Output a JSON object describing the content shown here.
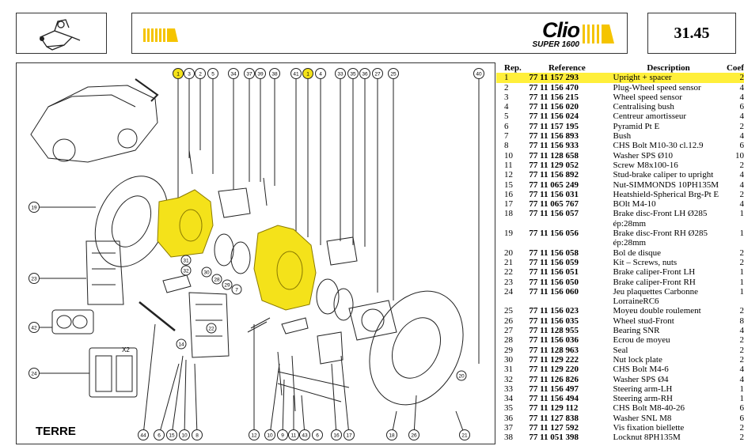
{
  "header": {
    "brand_name": "Clio",
    "brand_sub": "SUPER 1600",
    "page_number": "31.45"
  },
  "diagram": {
    "footer_label": "TERRE",
    "x2_label": "X2",
    "top_callouts": [
      "1",
      "3",
      "2",
      "5",
      "34",
      "37",
      "39",
      "38",
      "41",
      "1",
      "4",
      "33",
      "35",
      "36",
      "27",
      "25",
      "40"
    ],
    "bottom_callouts": [
      "44",
      "6",
      "15",
      "10",
      "8",
      "12",
      "10",
      "9",
      "11",
      "43",
      "6",
      "16",
      "17",
      "18",
      "26",
      "21"
    ],
    "left_callouts": [
      "19",
      "23",
      "42",
      "24"
    ],
    "mid_callouts": [
      "31",
      "32",
      "30",
      "28",
      "29",
      "7",
      "14",
      "22",
      "20"
    ]
  },
  "parts_table": {
    "columns": [
      "Rep.",
      "Reference",
      "Description",
      "Coef"
    ],
    "highlight_color": "#ffef3a",
    "rows": [
      {
        "rep": "1",
        "ref": "77 11 157 293",
        "desc": "Upright + spacer",
        "coef": "2",
        "hl": true
      },
      {
        "rep": "2",
        "ref": "77 11 156 470",
        "desc": "Plug-Wheel speed sensor",
        "coef": "4"
      },
      {
        "rep": "3",
        "ref": "77 11 156 215",
        "desc": "Wheel speed sensor",
        "coef": "4"
      },
      {
        "rep": "4",
        "ref": "77 11 156 020",
        "desc": "Centralising bush",
        "coef": "6"
      },
      {
        "rep": "5",
        "ref": "77 11 156 024",
        "desc": "Centreur amortisseur",
        "coef": "4"
      },
      {
        "rep": "6",
        "ref": "77 11 157 195",
        "desc": "Pyramid Pt E",
        "coef": "2"
      },
      {
        "rep": "7",
        "ref": "77 11 156 893",
        "desc": "Bush",
        "coef": "4"
      },
      {
        "rep": "8",
        "ref": "77 11 156 933",
        "desc": "CHS Bolt M10-30 cl.12.9",
        "coef": "6"
      },
      {
        "rep": "10",
        "ref": "77 11 128 658",
        "desc": "Washer SPS Ø10",
        "coef": "10"
      },
      {
        "rep": "11",
        "ref": "77 11 129 052",
        "desc": "Screw M8x100-16",
        "coef": "2"
      },
      {
        "rep": "12",
        "ref": "77 11 156 892",
        "desc": "Stud-brake caliper to upright",
        "coef": "4"
      },
      {
        "rep": "15",
        "ref": "77 11 065 249",
        "desc": "Nut-SIMMONDS 10PH135M",
        "coef": "4"
      },
      {
        "rep": "16",
        "ref": "77 11 156 031",
        "desc": "Heatshield-Spherical Brg-Pt E",
        "coef": "2"
      },
      {
        "rep": "17",
        "ref": "77 11 065 767",
        "desc": "BOlt M4-10",
        "coef": "4"
      },
      {
        "rep": "18",
        "ref": "77 11 156 057",
        "desc": "Brake disc-Front LH Ø285",
        "coef": "1"
      },
      {
        "rep": "",
        "ref": "",
        "desc": "ép:28mm",
        "coef": ""
      },
      {
        "rep": "19",
        "ref": "77 11 156 056",
        "desc": "Brake disc-Front RH Ø285",
        "coef": "1"
      },
      {
        "rep": "",
        "ref": "",
        "desc": "ép:28mm",
        "coef": ""
      },
      {
        "rep": "20",
        "ref": "77 11 156 058",
        "desc": "Bol de disque",
        "coef": "2"
      },
      {
        "rep": "21",
        "ref": "77 11 156 059",
        "desc": "Kit – Screws, nuts",
        "coef": "2"
      },
      {
        "rep": "22",
        "ref": "77 11 156 051",
        "desc": "Brake caliper-Front LH",
        "coef": "1"
      },
      {
        "rep": "23",
        "ref": "77 11 156 050",
        "desc": "Brake caliper-Front RH",
        "coef": "1"
      },
      {
        "rep": "24",
        "ref": "77 11 156 060",
        "desc": "Jeu plaquettes Carbonne",
        "coef": "1"
      },
      {
        "rep": "",
        "ref": "",
        "desc": "LorraineRC6",
        "coef": ""
      },
      {
        "rep": "25",
        "ref": "77 11 156 023",
        "desc": "Moyeu double roulement",
        "coef": "2"
      },
      {
        "rep": "26",
        "ref": "77 11 156 035",
        "desc": "Wheel stud-Front",
        "coef": "8"
      },
      {
        "rep": "27",
        "ref": "77 11 128 955",
        "desc": "Bearing SNR",
        "coef": "4"
      },
      {
        "rep": "28",
        "ref": "77 11 156 036",
        "desc": "Ecrou de moyeu",
        "coef": "2"
      },
      {
        "rep": "29",
        "ref": "77 11 128 963",
        "desc": "Seal",
        "coef": "2"
      },
      {
        "rep": "30",
        "ref": "77 11 129 222",
        "desc": "Nut lock plate",
        "coef": "2"
      },
      {
        "rep": "31",
        "ref": "77 11 129 220",
        "desc": "CHS Bolt M4-6",
        "coef": "4"
      },
      {
        "rep": "32",
        "ref": "77 11 126 826",
        "desc": "Washer SPS Ø4",
        "coef": "4"
      },
      {
        "rep": "33",
        "ref": "77 11 156 497",
        "desc": "Steering arm-LH",
        "coef": "1"
      },
      {
        "rep": "34",
        "ref": "77 11 156 494",
        "desc": "Steering arm-RH",
        "coef": "1"
      },
      {
        "rep": "35",
        "ref": "77 11 129 112",
        "desc": "CHS Bolt M8-40-26",
        "coef": "6"
      },
      {
        "rep": "36",
        "ref": "77 11 127 838",
        "desc": "Washer SNL M8",
        "coef": "6"
      },
      {
        "rep": "37",
        "ref": "77 11 127 592",
        "desc": "Vis fixation biellette",
        "coef": "2"
      },
      {
        "rep": "38",
        "ref": "77 11 051 398",
        "desc": "Locknut 8PH135M",
        "coef": "2"
      }
    ]
  }
}
